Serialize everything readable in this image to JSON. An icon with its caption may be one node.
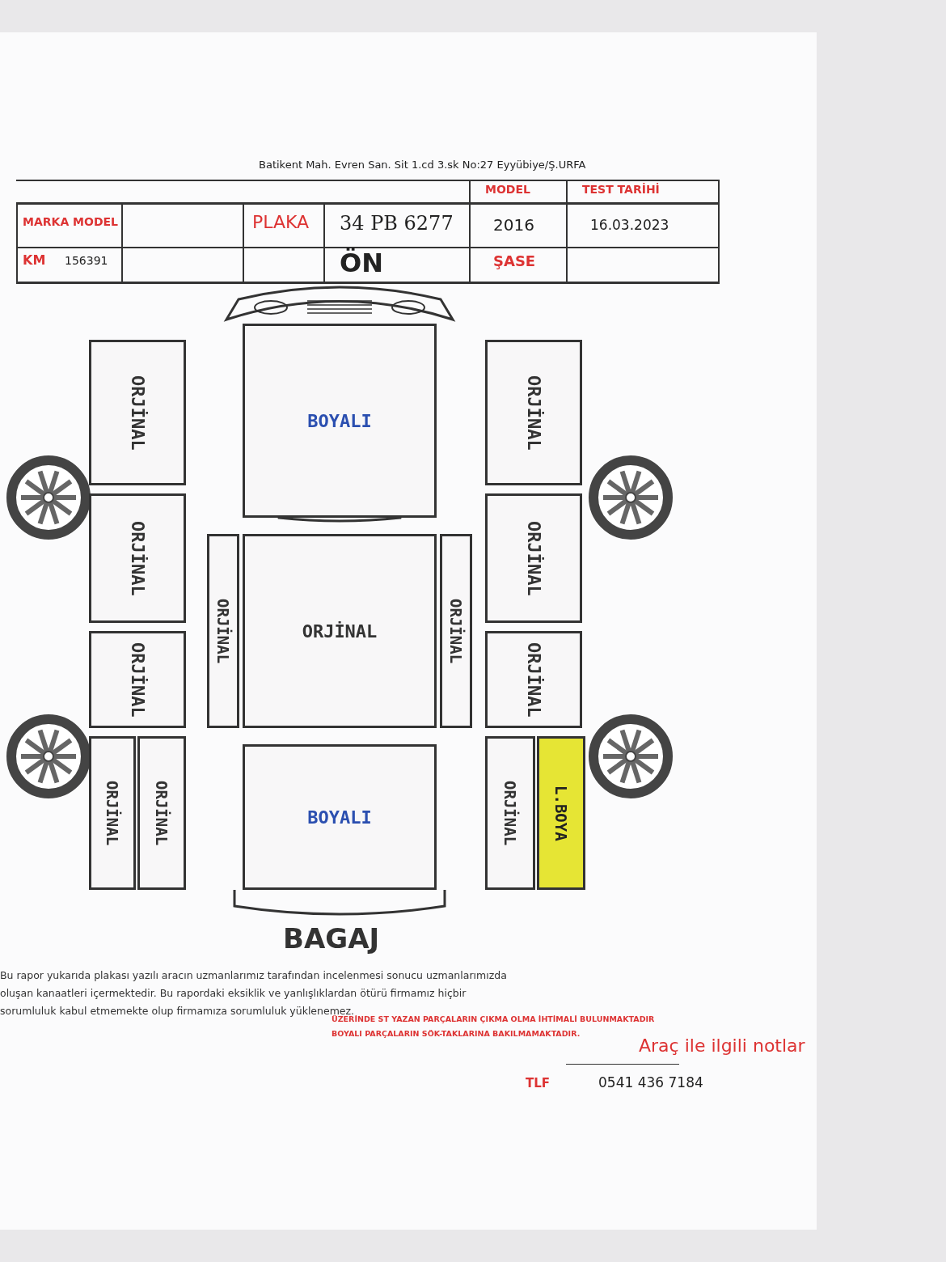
{
  "diagram": {
    "nodes": [
      {
        "text": [
          "ORJİNAL"
        ]
      },
      {
        "text": [
          "BOYALI"
        ]
      },
      {
        "text": [
          "ORJİNAL"
        ]
      },
      {
        "text": [
          "ORJİNAL"
        ]
      },
      {
        "text": [
          "ORJİNAL"
        ]
      },
      {
        "text": [
          "ORJİNAL"
        ]
      },
      {
        "text": [
          "ORJİNAL"
        ]
      },
      {
        "text": [
          "ORJİNAL"
        ]
      },
      {
        "text": [
          "ORJİNAL"
        ]
      },
      {
        "text": [
          "ORJİNAL"
        ]
      },
      {
        "text": [
          "ORJİNAL"
        ]
      },
      {
        "text": [
          "ORJİNAL"
        ]
      },
      {
        "text": [
          "BOYALI"
        ]
      },
      {
        "text": [
          "ORJİNAL"
        ]
      },
      {
        "text": [
          "L.BOYA"
        ]
      }
    ],
    "labels": [
      "Batikent Mah. Evren San. Sit 1.cd 3.sk No:27 Eyyübiye/Ş.URFA",
      "MODEL",
      "TEST TARİHİ",
      "MARKA MODEL",
      "PLAKA",
      "34 PB 6277",
      "2016",
      "16.03.2023",
      "KM",
      "156391",
      "ÖN",
      "ŞASE",
      "BAGAJ",
      "Bu rapor yukarıda plakası yazılı aracın uzmanlarımız tarafından incelenmesi sonucu uzmanlarımızda oluşan kanaatleri içermektedir. Bu rapordaki eksiklik ve yanlışlıklardan ötürü firmamız hiçbir sorumluluk kabul etmemekte olup firmamıza sorumluluk yüklenemez.",
      "ÜZERİNDE ST YAZAN PARÇALARIN ÇIKMA OLMA İHTİMALİ BULUNMAKTADIR",
      "BOYALI PARÇALARIN SÖK-TAKLARINA BAKILMAMAKTADIR.",
      "TLF",
      "0541 436 7184",
      "Araç ile ilgili notlar"
    ]
  }
}
